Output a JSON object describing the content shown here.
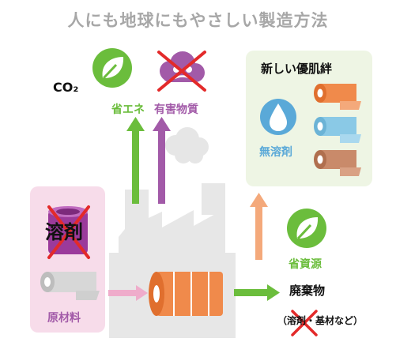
{
  "title": "人にも地球にもやさしい製造方法",
  "outputs": {
    "co2": "CO₂",
    "energy_saving": "省エネ",
    "hazardous": "有害物質"
  },
  "raw_materials": {
    "solvent": "溶剤",
    "label": "原材料"
  },
  "new_product": {
    "title": "新しい優肌絆",
    "solvent_free": "無溶剤"
  },
  "resource_saving": "省資源",
  "waste": {
    "label": "廃棄物",
    "detail_open": "（",
    "detail_crossed": "溶剤",
    "detail_rest": "・基材など）"
  },
  "colors": {
    "green": "#6bbd3c",
    "purple": "#a25aa8",
    "orange": "#f08a4b",
    "pink_panel": "#f7dcea",
    "mint_panel": "#eef5e4",
    "factory_gray": "#e7e7e7",
    "cross_red": "#e32a2a"
  },
  "icons": [
    "leaf-icon",
    "toxic-cloud-icon",
    "smoke-icon",
    "factory-icon",
    "tape-roll-icon",
    "solvent-can-icon",
    "water-drop-icon",
    "cross-mark-icon"
  ]
}
